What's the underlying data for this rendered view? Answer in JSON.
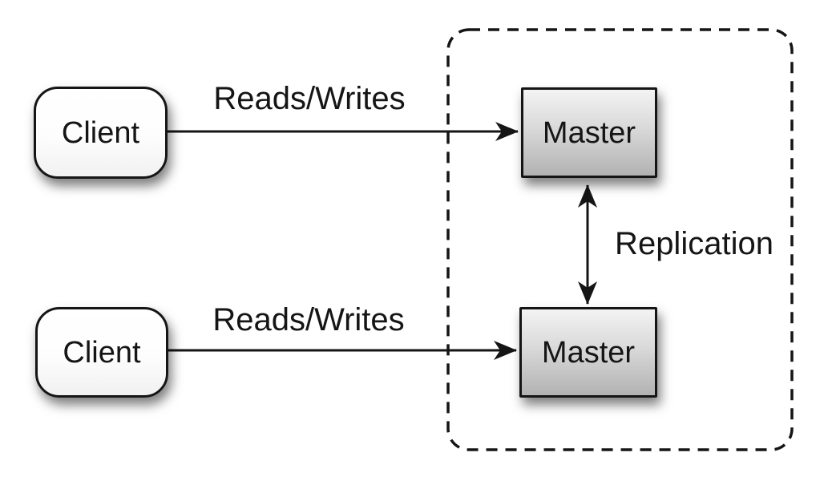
{
  "diagram": {
    "title_hint": "master-master replication topology",
    "nodes": {
      "client_top": {
        "label": "Client"
      },
      "client_bottom": {
        "label": "Client"
      },
      "master_top": {
        "label": "Master"
      },
      "master_bottom": {
        "label": "Master"
      }
    },
    "edge_labels": {
      "reads_writes_top": "Reads/Writes",
      "reads_writes_bottom": "Reads/Writes",
      "replication": "Replication"
    },
    "colors": {
      "background": "#ffffff",
      "line": "#151515",
      "node_border": "#151515",
      "client_fill_top": "#ffffff",
      "client_fill_bottom": "#f1f1f1",
      "master_fill_top": "#f3f3f3",
      "master_fill_bottom": "#b2b2b2",
      "shadow": "rgba(0,0,0,0.5)"
    }
  }
}
